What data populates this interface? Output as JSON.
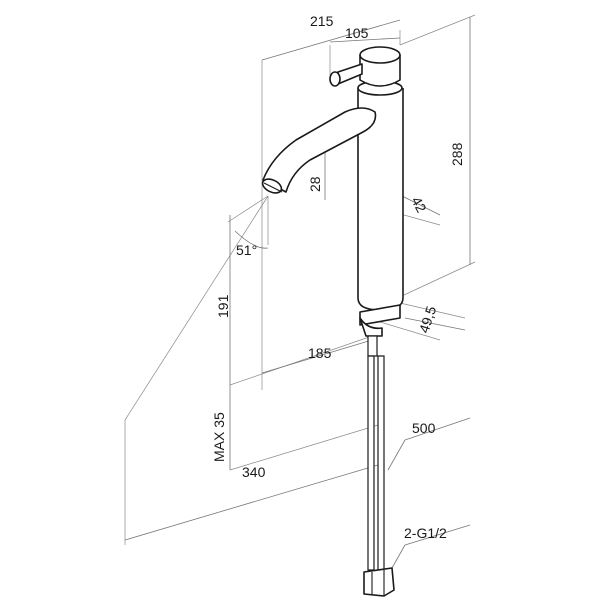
{
  "dimensions": {
    "width_total": "215",
    "handle_offset": "105",
    "height_total": "288",
    "spout_height": "28",
    "body_diameter": "42",
    "spout_angle": "51°",
    "outlet_height": "191",
    "spout_reach": "185",
    "base_diameter": "49,5",
    "max_deck": "MAX 35",
    "overall": "340",
    "hose_length": "500",
    "connection": "2-G1/2"
  },
  "colors": {
    "line": "#1a1a1a",
    "dimension": "#777777"
  }
}
